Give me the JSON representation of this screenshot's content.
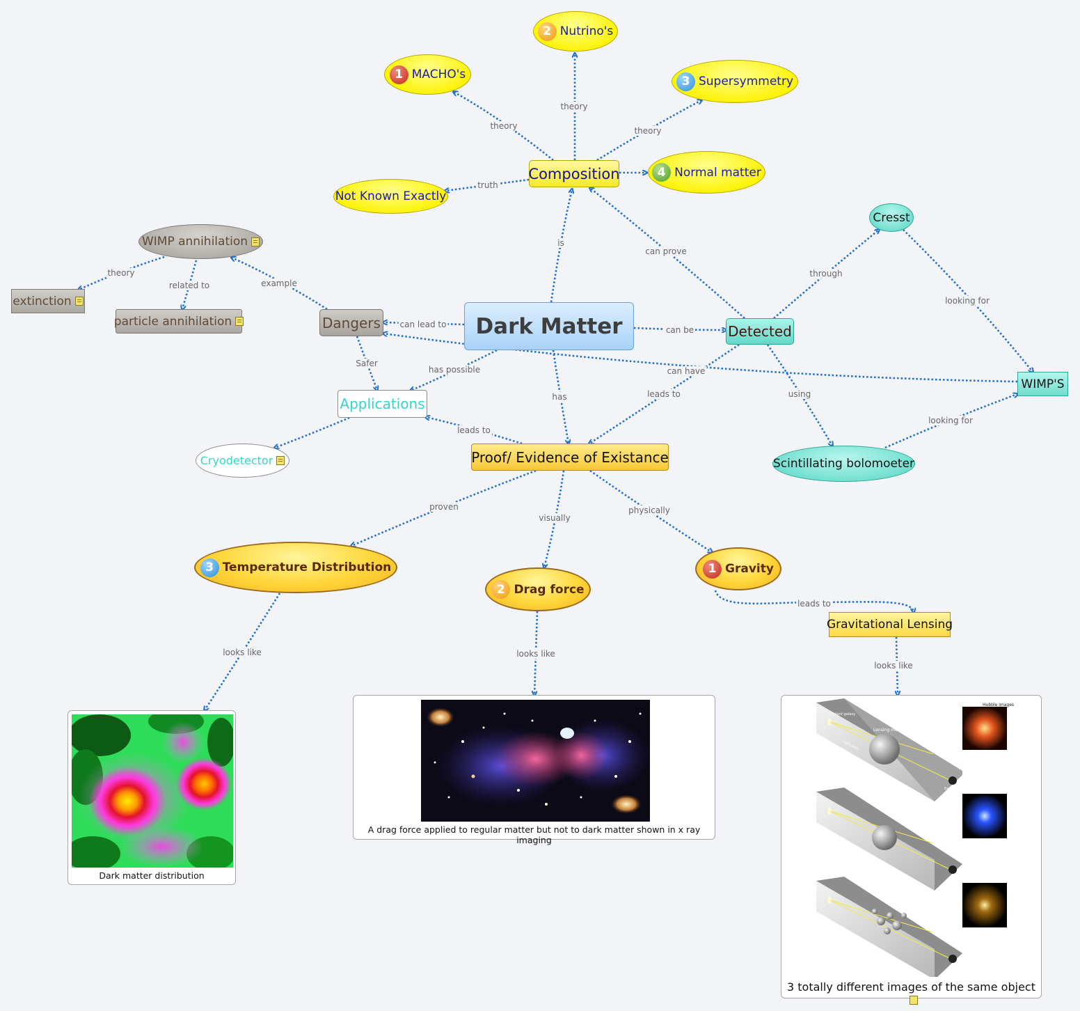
{
  "nodes": {
    "dark_matter": "Dark Matter",
    "composition": "Composition",
    "macho": "MACHO's",
    "nutrinos": "Nutrino's",
    "supersymmetry": "Supersymmetry",
    "normal_matter": "Normal matter",
    "not_known": "Not Known Exactly",
    "wimp_annihilation": "WIMP annihilation",
    "extinction": "extinction",
    "particle_annihilation": "particle annihilation",
    "dangers": "Dangers",
    "applications": "Applications",
    "cryodetector": "Cryodetector",
    "detected": "Detected",
    "cresst": "Cresst",
    "wimps": "WIMP'S",
    "scintillating": "Scintillating bolomoeter",
    "proof": "Proof/ Evidence of Existance",
    "temperature": "Temperature Distribution",
    "drag_force": "Drag force",
    "gravity": "Gravity",
    "grav_lensing": "Gravitational Lensing"
  },
  "markers": {
    "macho": "1",
    "nutrinos": "2",
    "supersymmetry": "3",
    "normal_matter": "4",
    "temperature": "3",
    "drag_force": "2",
    "gravity": "1"
  },
  "edge_labels": {
    "macho_theory": "theory",
    "nutrinos_theory": "theory",
    "supersymmetry_theory": "theory",
    "not_known_truth": "truth",
    "is": "is",
    "can_prove": "can prove",
    "wimp_theory": "theory",
    "related_to": "related to",
    "example": "example",
    "can_lead_to": "can lead to",
    "can_be": "can be",
    "through": "through",
    "looking_for_1": "looking for",
    "safer": "Safer",
    "has_possible": "has possible",
    "can_have": "can have",
    "leads_to_proof": "leads to",
    "using": "using",
    "looking_for_2": "looking for",
    "has": "has",
    "leads_to_app": "leads to",
    "proven": "proven",
    "visually": "visually",
    "physically": "physically",
    "leads_to_lensing": "leads to",
    "looks_like_1": "looks like",
    "looks_like_2": "looks like",
    "looks_like_3": "looks like"
  },
  "captions": {
    "distribution": "Dark matter distribution",
    "drag": "A drag force applied to regular matter but not to dark matter  shown in x ray imaging",
    "lensing": "3 totally different images of the same object",
    "hubble_images": "Hubble images",
    "lensing_mass": "Lensing mass",
    "distant_galaxy": "Distant galaxy",
    "light_path": "Light path",
    "earth": "Earth"
  },
  "colors": {
    "edge": "#1f6fd0",
    "marker_red": "#d23a2a",
    "marker_orange": "#f4a418",
    "marker_blue": "#3a9de0",
    "marker_green": "#55a72e"
  }
}
